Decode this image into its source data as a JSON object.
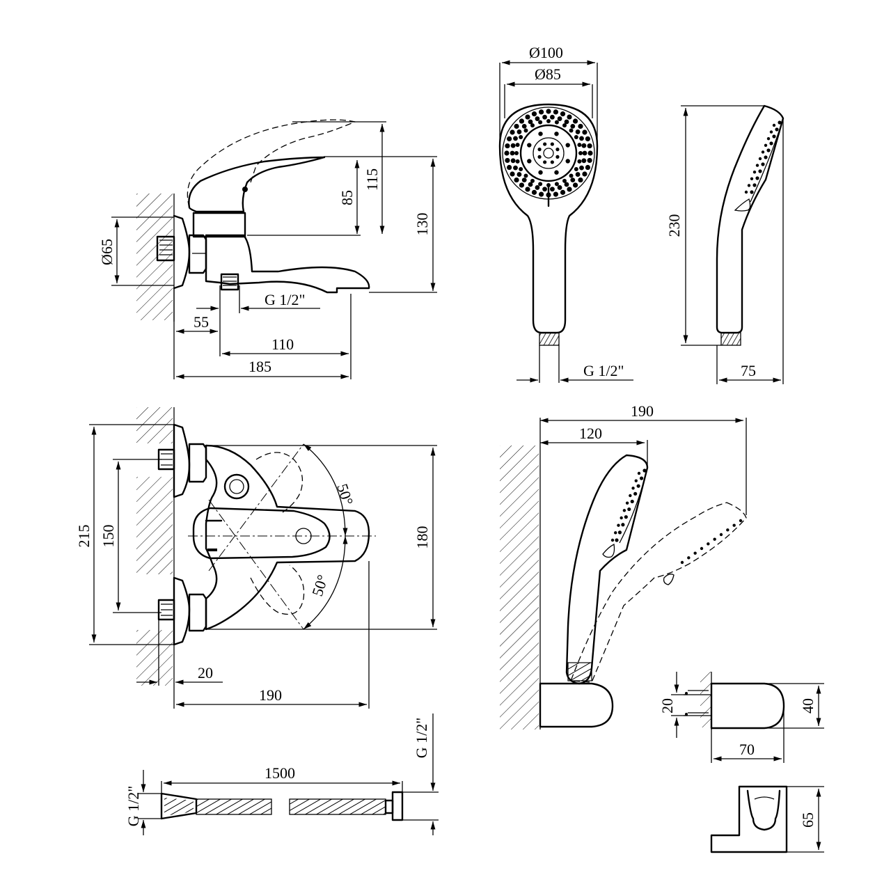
{
  "views": {
    "mixer_side": {
      "dims": {
        "height_lever": "115",
        "height_body": "85",
        "height_total": "130",
        "diameter_flange": "Ø65",
        "thread": "G 1/2\"",
        "offset": "55",
        "spout_reach": "110",
        "total_depth": "185"
      }
    },
    "shower_head_front": {
      "dims": {
        "outer_diameter": "Ø100",
        "inner_diameter": "Ø85",
        "thread": "G 1/2\""
      }
    },
    "shower_head_side": {
      "dims": {
        "length": "230",
        "depth": "75"
      }
    },
    "mixer_top": {
      "dims": {
        "depth_max": "215",
        "eccentric_span": "150",
        "body_width": "180",
        "angle_up": "50°",
        "angle_down": "50°",
        "eccentric_offset": "20",
        "depth": "190"
      }
    },
    "wall_holder_assembly": {
      "dims": {
        "total_reach": "190",
        "holder_reach": "120"
      }
    },
    "wall_holder_detail": {
      "dims": {
        "screw_spacing": "20",
        "height": "40",
        "depth": "70",
        "clip_height": "65"
      }
    },
    "hose": {
      "dims": {
        "length": "1500",
        "thread_left": "G 1/2\"",
        "thread_right": "G 1/2\""
      }
    }
  }
}
